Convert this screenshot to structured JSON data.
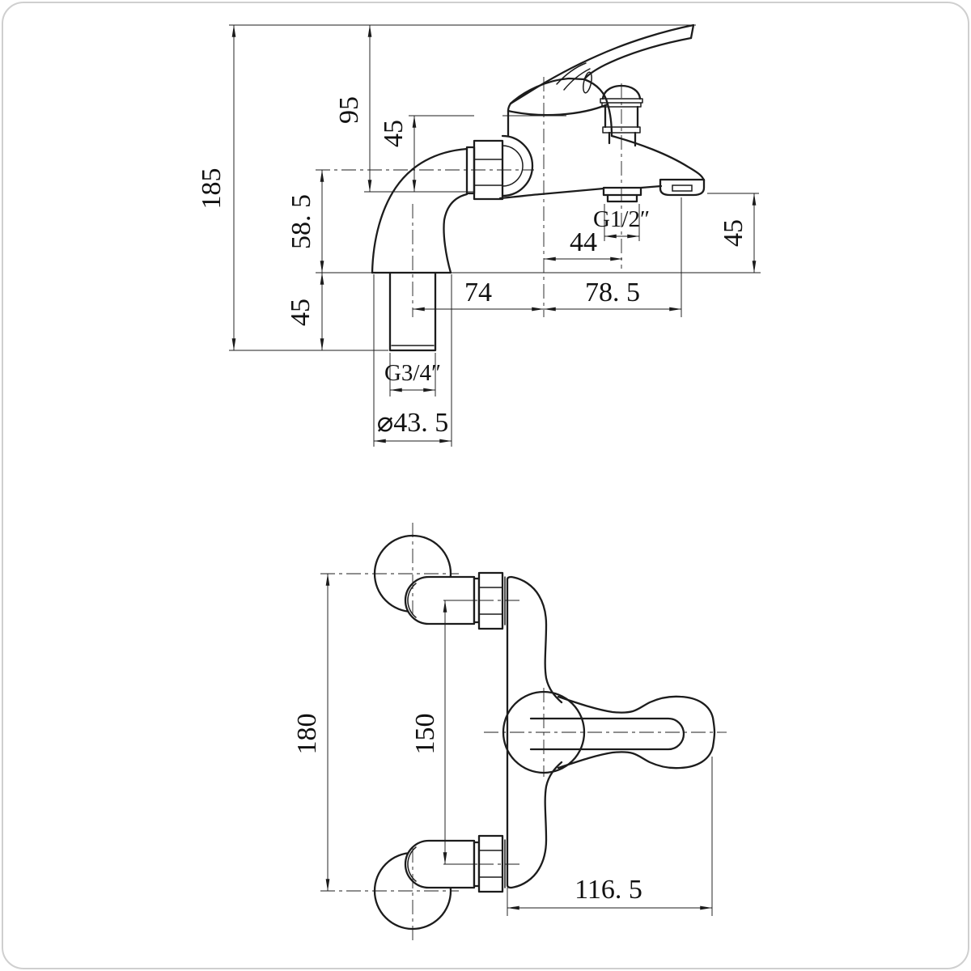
{
  "colors": {
    "background": "#ffffff",
    "lines": "#1c1c1c",
    "text": "#111111",
    "frame": "#cfcfcf"
  },
  "side_view": {
    "dims": {
      "overall_height": "185",
      "inlet_drop": "95",
      "inlet_height": "45",
      "deck_to_inlet": "58. 5",
      "tail_length": "45",
      "centre_to_tail": "74",
      "spout_reach": "78. 5",
      "diverter_offset": "44",
      "shower_outlet_thread": "G1/2″",
      "spout_height": "45",
      "tail_thread": "G3/4″",
      "base_diameter": "⌀43. 5"
    }
  },
  "front_view": {
    "dims": {
      "flange_centres": "180",
      "union_centres": "150",
      "handle_reach": "116. 5"
    }
  }
}
